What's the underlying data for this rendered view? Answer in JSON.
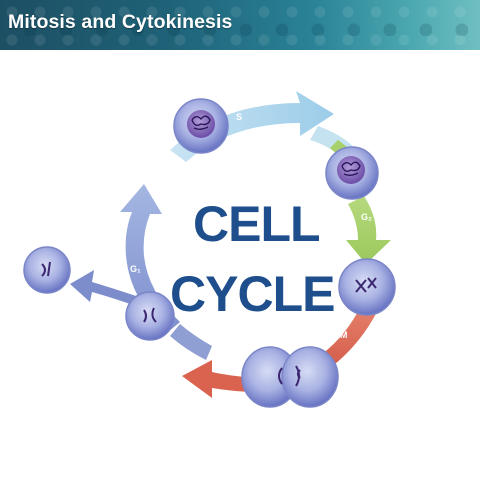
{
  "header": {
    "title": "Mitosis and Cytokinesis"
  },
  "diagram": {
    "center_line1": "CELL",
    "center_line2": "CYCLE",
    "phase_s": "S",
    "phase_g2": "G₂",
    "phase_m": "M",
    "phase_g1": "G₁"
  },
  "colors": {
    "s_phase": "#a9d6ec",
    "g2_phase": "#a7cf6a",
    "m_phase": "#e0705c",
    "g1_phase": "#8798d2",
    "title_text": "#1e4f8c",
    "cell_outer": "#7f8bd0",
    "nucleus": "#5b3f98"
  }
}
